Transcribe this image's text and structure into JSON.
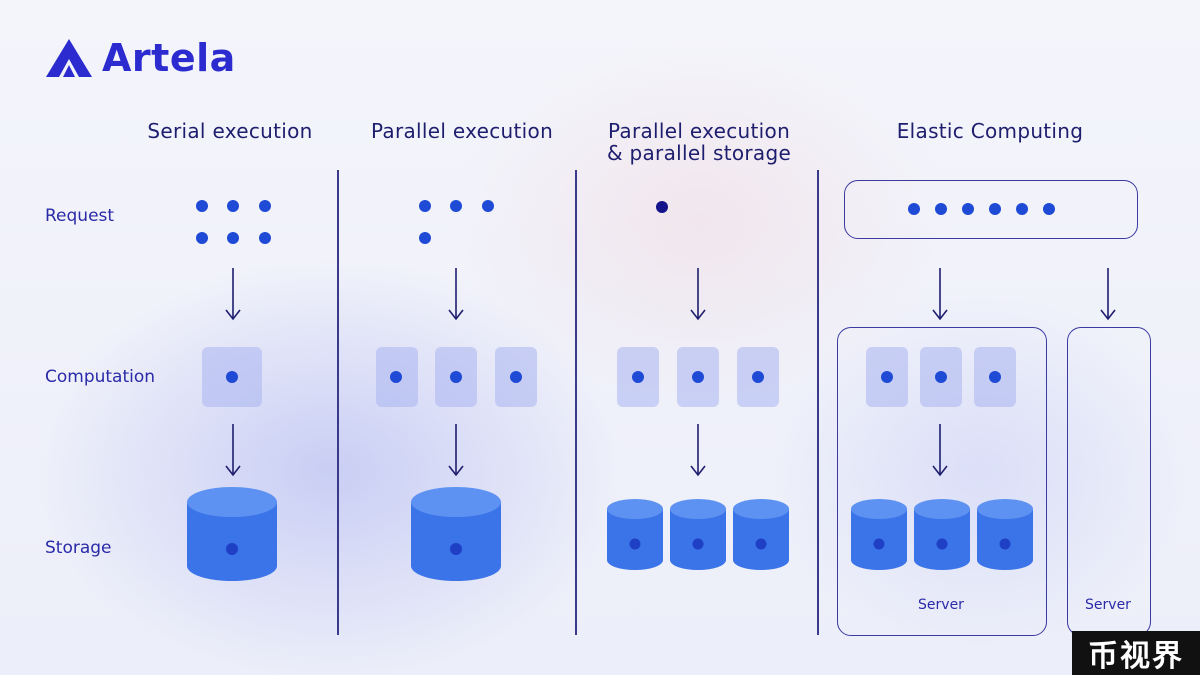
{
  "brand": {
    "name": "Artela",
    "color": "#2b2bd0"
  },
  "columns": [
    {
      "title": "Serial execution"
    },
    {
      "title": "Parallel execution"
    },
    {
      "title": "Parallel execution\n& parallel storage"
    },
    {
      "title": "Elastic Computing"
    }
  ],
  "rows": {
    "request": "Request",
    "computation": "Computation",
    "storage": "Storage"
  },
  "elastic": {
    "server_label_1": "Server",
    "server_label_2": "Server"
  },
  "watermark": "币视界",
  "colors": {
    "accent": "#1f4ad6",
    "text": "#1e1e6e",
    "cylinder": "#3b74e8"
  }
}
